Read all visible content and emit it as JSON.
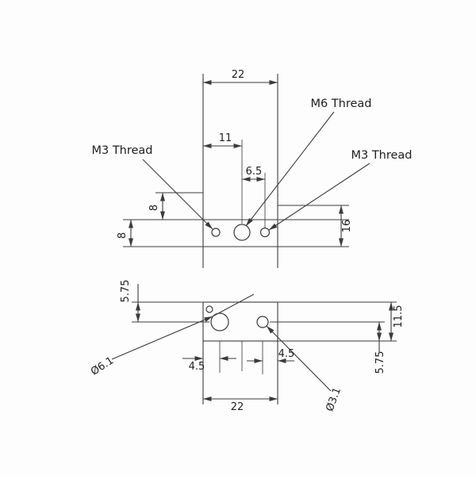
{
  "drawing": {
    "colors": {
      "line": "#3b3b3b",
      "background": "#fdfdfd"
    },
    "upper_view": {
      "dim_width": "22",
      "dim_hole_offset": "11",
      "dim_m3_offset": "6.5",
      "label_m6_thread": "M6 Thread",
      "label_m3_thread_left": "M3 Thread",
      "label_m3_thread_right": "M3 Thread",
      "dim_height_upper": "8",
      "dim_height_lower": "8",
      "dim_total_height": "16"
    },
    "lower_view": {
      "dim_top_to_center": "5.75",
      "dim_depth": "11.5",
      "dim_center_to_bottom": "5.75",
      "dim_edge_to_hole_left": "4.5",
      "dim_edge_to_hole_right": "4.5",
      "dim_width": "22",
      "label_large_hole_dia": "Ø6.1",
      "label_small_hole_dia": "Ø3.1"
    }
  }
}
